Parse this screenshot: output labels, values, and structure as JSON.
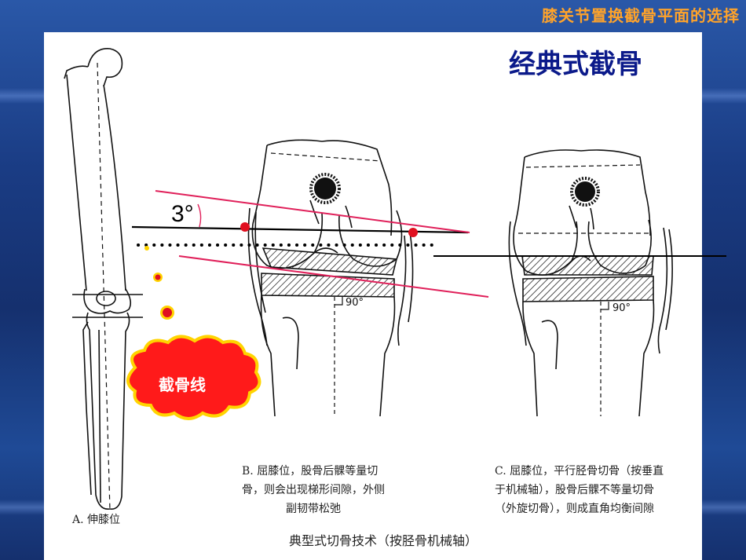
{
  "header": {
    "title": "膝关节置换截骨平面的选择"
  },
  "slide": {
    "title": "经典式截骨",
    "angle_label": "3°",
    "cut_line_label": "截骨线",
    "right_angle_b": "90°",
    "right_angle_c": "90°",
    "caption_a": "A. 伸膝位",
    "caption_b": [
      "B. 屈膝位，股骨后髁等量切",
      "骨，则会出现梯形间隙，外侧",
      "副韧带松弛"
    ],
    "caption_c": [
      "C. 屈膝位，平行胫骨切骨（按垂直",
      "于机械轴），股骨后髁不等量切骨",
      "（外旋切骨），则成直角均衡间隙"
    ],
    "caption_main": "典型式切骨技术（按胫骨机械轴）"
  },
  "colors": {
    "header_text": "#ffa32a",
    "title_text": "#0b1a8a",
    "cut_line": "#e0205a",
    "marker": "#e01020",
    "cloud": "#ff1a1a",
    "cloud_border": "#ffd400"
  }
}
